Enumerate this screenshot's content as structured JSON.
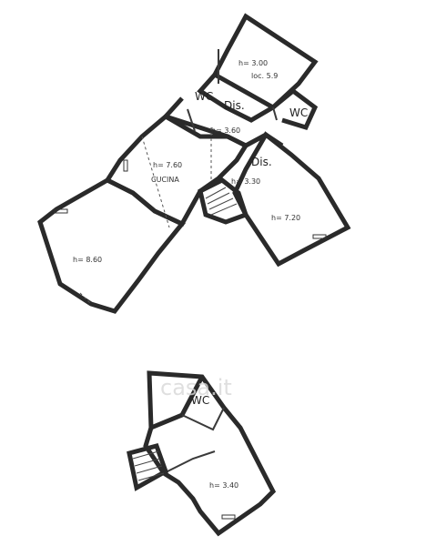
{
  "labels": {
    "wc_top": "WC",
    "dis_top": "Dis.",
    "wc_right": "WC",
    "dis_mid": "Dis.",
    "h_top": "h= 3.00",
    "h_top_sub": "loc. 5.9",
    "h_mid1": "h= 3.60",
    "h_cucina": "h= 7.60",
    "cucina": "CUCINA",
    "h_dis": "h= 3.30",
    "h_right": "h= 7.20",
    "h_left": "h= 8.60",
    "wc_lower": "WC",
    "h_lower": "h= 3.40"
  },
  "watermark": "casa.it"
}
